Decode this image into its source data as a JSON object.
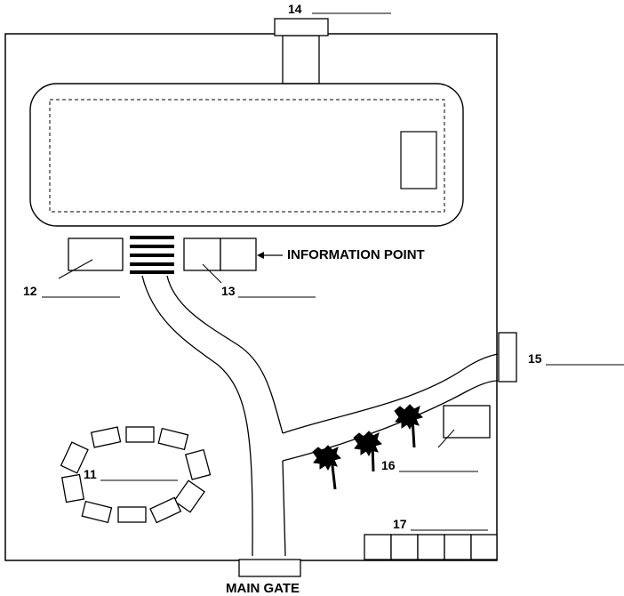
{
  "labels": {
    "q11": "11",
    "q12": "12",
    "q13": "13",
    "q14": "14",
    "q15": "15",
    "q16": "16",
    "q17": "17",
    "information_point": "INFORMATION POINT",
    "main_gate": "MAIN GATE"
  },
  "colors": {
    "ink": "#000000",
    "paper": "#ffffff"
  }
}
